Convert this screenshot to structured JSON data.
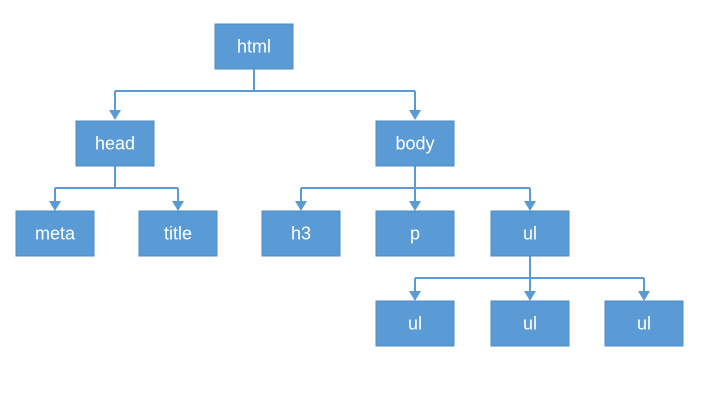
{
  "diagram": {
    "type": "tree",
    "node_color": "#5b9bd5",
    "line_color": "#5b9bd5",
    "text_color": "#ffffff",
    "nodes": {
      "html": "html",
      "head": "head",
      "body": "body",
      "meta": "meta",
      "title": "title",
      "h3": "h3",
      "p": "p",
      "ul": "ul",
      "ul_child_1": "ul",
      "ul_child_2": "ul",
      "ul_child_3": "ul"
    },
    "edges": [
      [
        "html",
        "head"
      ],
      [
        "html",
        "body"
      ],
      [
        "head",
        "meta"
      ],
      [
        "head",
        "title"
      ],
      [
        "body",
        "h3"
      ],
      [
        "body",
        "p"
      ],
      [
        "body",
        "ul"
      ],
      [
        "ul",
        "ul_child_1"
      ],
      [
        "ul",
        "ul_child_2"
      ],
      [
        "ul",
        "ul_child_3"
      ]
    ]
  }
}
